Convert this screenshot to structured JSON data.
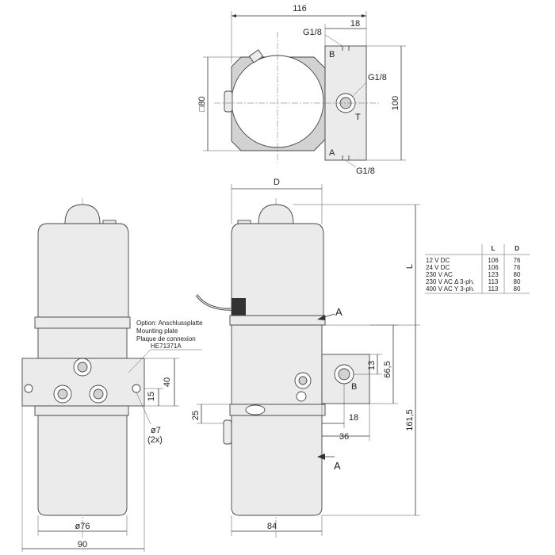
{
  "top_view": {
    "dim_width": "116",
    "dim_flange": "18",
    "dim_square": "□80",
    "dim_height": "100",
    "port_b": "B",
    "port_a": "A",
    "port_t": "T",
    "thread_top": "G1/8",
    "thread_mid": "G1/8",
    "thread_bottom": "G1/8"
  },
  "front_view": {
    "option_de": "Option: Anschlussplatte",
    "option_en": "Mounting plate",
    "option_fr": "Plaque de connexion",
    "option_part": "HE71371A",
    "dim_40": "40",
    "dim_15": "15",
    "dim_hole": "ø7",
    "dim_hole_count": "(2x)",
    "dim_dia": "ø76",
    "dim_90": "90"
  },
  "side_view": {
    "dim_d": "D",
    "dim_l": "L",
    "section_top": "A",
    "section_bottom": "A",
    "dim_13": "13",
    "dim_665": "66,5",
    "dim_1615": "161,5",
    "port_b": "B",
    "dim_18": "18",
    "dim_36": "36",
    "dim_25": "25",
    "dim_84": "84"
  },
  "table": {
    "headers": [
      "",
      "L",
      "D"
    ],
    "rows": [
      [
        "12 V DC",
        "106",
        "76"
      ],
      [
        "24 V DC",
        "106",
        "76"
      ],
      [
        "230 V AC",
        "123",
        "80"
      ],
      [
        "230 V AC Δ 3-ph.",
        "113",
        "80"
      ],
      [
        "400 V AC Y 3-ph.",
        "113",
        "80"
      ]
    ]
  }
}
